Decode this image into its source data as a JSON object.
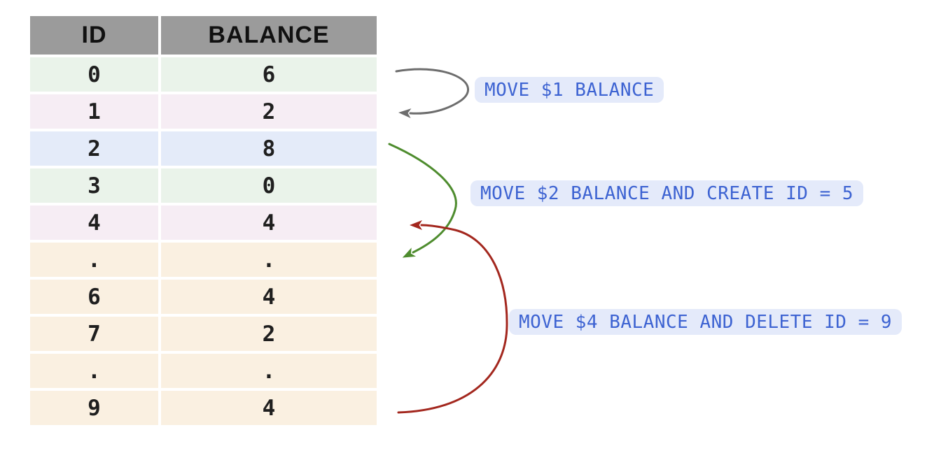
{
  "table": {
    "headers": {
      "id": "ID",
      "balance": "BALANCE"
    },
    "rows": [
      {
        "id": "0",
        "balance": "6",
        "tone": "green"
      },
      {
        "id": "1",
        "balance": "2",
        "tone": "pink"
      },
      {
        "id": "2",
        "balance": "8",
        "tone": "blue"
      },
      {
        "id": "3",
        "balance": "0",
        "tone": "green"
      },
      {
        "id": "4",
        "balance": "4",
        "tone": "pink"
      },
      {
        "id": ".",
        "balance": ".",
        "tone": "cream"
      },
      {
        "id": "6",
        "balance": "4",
        "tone": "cream"
      },
      {
        "id": "7",
        "balance": "2",
        "tone": "cream"
      },
      {
        "id": ".",
        "balance": ".",
        "tone": "cream"
      },
      {
        "id": "9",
        "balance": "4",
        "tone": "cream"
      }
    ]
  },
  "annotations": {
    "labels": [
      {
        "text": "MOVE $1 BALANCE"
      },
      {
        "text": "MOVE $2 BALANCE AND CREATE ID = 5"
      },
      {
        "text": "MOVE $4 BALANCE AND DELETE ID = 9"
      }
    ],
    "arrows": [
      {
        "name": "move-1-arrow",
        "from_id": "0",
        "to_id": "1",
        "color": "#6d6d6d"
      },
      {
        "name": "move-2-arrow",
        "from_id": "2",
        "to_id": "5",
        "color": "#4e8c2e"
      },
      {
        "name": "move-4-arrow",
        "from_id": "9",
        "to_id": "4",
        "color": "#a3271e"
      }
    ]
  },
  "palette": {
    "header_bg": "#9b9b9b",
    "row_green": "#eaf3ea",
    "row_pink": "#f6edf4",
    "row_blue": "#e4ebf9",
    "row_cream": "#faf0e1",
    "label_bg": "#e4eafa",
    "label_text": "#3d63d2",
    "text": "#1f1f1f"
  }
}
